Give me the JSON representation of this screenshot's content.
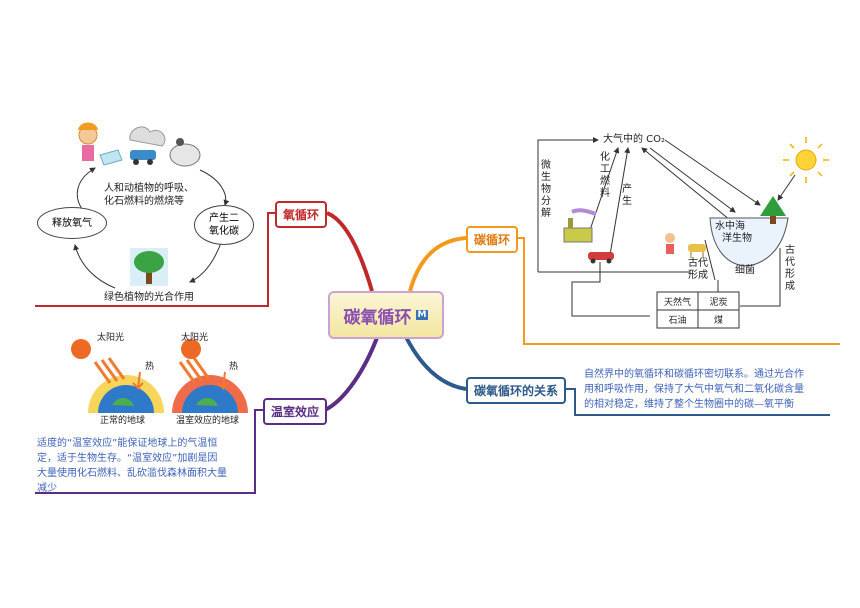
{
  "center": {
    "title": "碳氧循环"
  },
  "oxygen": {
    "branch_label": "氧循环",
    "top_caption_1": "人和动植物的呼吸、",
    "top_caption_2": "化石燃料的燃烧等",
    "left_node": "释放氧气",
    "right_node_1": "产生二",
    "right_node_2": "氧化碳",
    "bottom_caption": "绿色植物的光合作用"
  },
  "carbon": {
    "branch_label": "碳循环",
    "top_label": "大气中的 CO₂",
    "microbe": "微生物分解",
    "fuel": "化工燃料",
    "produce": "产生",
    "marine_1": "水中海",
    "marine_2": "洋生物",
    "ancient_left_1": "古代",
    "ancient_left_2": "形成",
    "bacteria": "细菌",
    "ancient_right": "古代形成",
    "fuels": [
      "天然气",
      "泥炭",
      "石油",
      "煤"
    ]
  },
  "relation": {
    "branch_label": "碳氧循环的关系",
    "text_1": "自然界中的氧循环和碳循环密切联系。通过光合作",
    "text_2": "用和呼吸作用，保持了大气中氧气和二氧化碳含量",
    "text_3": "的相对稳定，维持了整个生物圈中的碳—氧平衡"
  },
  "greenhouse": {
    "branch_label": "温室效应",
    "sun_label_left": "太阳光",
    "sun_label_right": "太阳光",
    "heat_left": "热",
    "heat_right": "热",
    "earth_left": "正常的地球",
    "earth_right": "温室效应的地球",
    "text_1": "适度的“温室效应”能保证地球上的气温恒",
    "text_2": "定，适于生物生存。“温室效应”加剧是因",
    "text_3": "大量使用化石燃料、乱砍滥伐森林面积大量",
    "text_4": "减少"
  },
  "colors": {
    "oxygen": "#c0282a",
    "carbon": "#f39a1e",
    "relation": "#2d5a8a",
    "greenhouse": "#5b2d84"
  }
}
